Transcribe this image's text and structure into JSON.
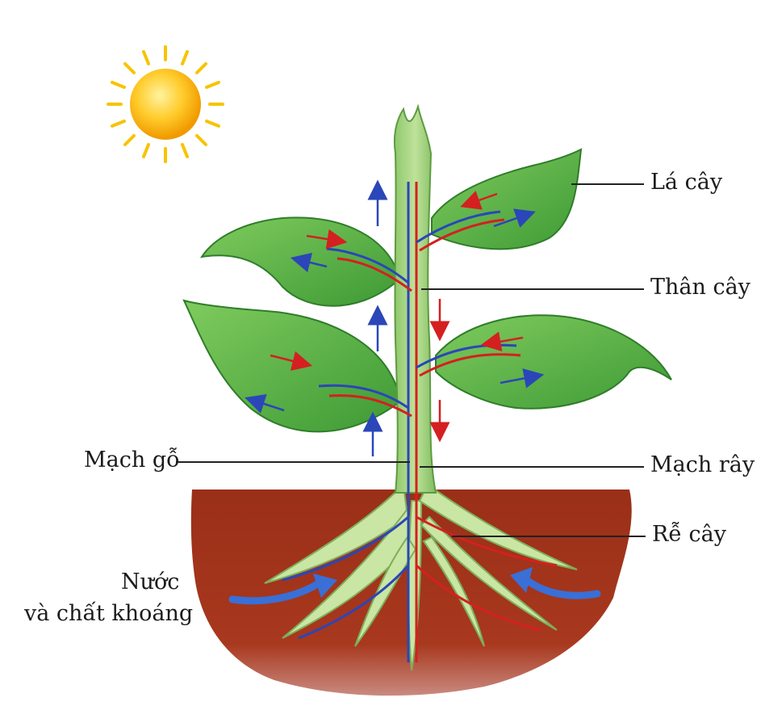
{
  "labels": {
    "leaf": "Lá cây",
    "stem": "Thân cây",
    "xylem": "Mạch gỗ",
    "phloem": "Mạch rây",
    "root": "Rễ cây",
    "water_line1": "Nước",
    "water_line2": "và chất khoáng"
  },
  "colors": {
    "leaf": "#5cb54a",
    "leaf_dark": "#2f7d2a",
    "stem": "#a8d48a",
    "soil": "#a0341c",
    "xylem_vessel": "#2b46b8",
    "phloem_vessel": "#d42020",
    "sun": "#f5b800",
    "water_arrow": "#3a6fd6"
  }
}
